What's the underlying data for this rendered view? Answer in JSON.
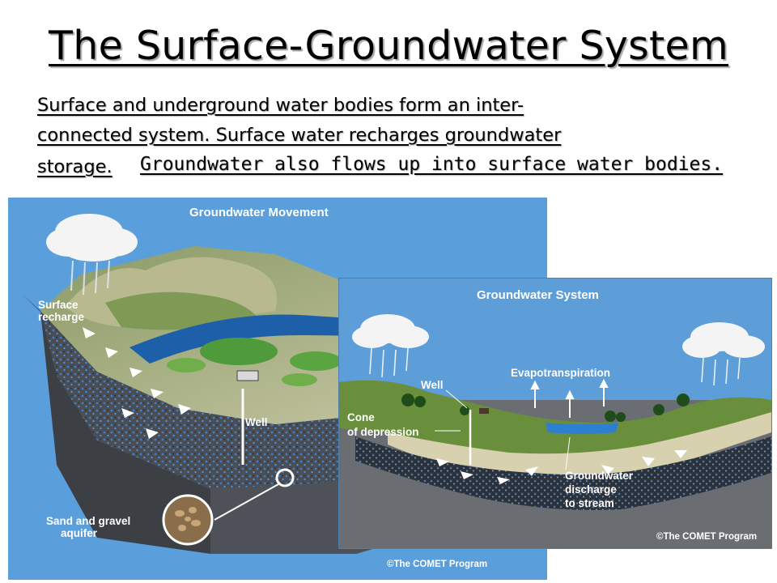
{
  "slide": {
    "title": "The Surface-Groundwater System",
    "subtitle_line1": "Surface and underground water bodies form an inter-",
    "subtitle_line2": "connected system. Surface water recharges groundwater",
    "subtitle_line3": "storage.",
    "subtitle_line4": "Groundwater also flows up into surface water bodies."
  },
  "figure_movement": {
    "heading": "Groundwater Movement",
    "label_recharge_1": "Surface",
    "label_recharge_2": "recharge",
    "label_well": "Well",
    "label_aquifer_1": "Sand and gravel",
    "label_aquifer_2": "aquifer",
    "credit": "©The COMET Program"
  },
  "figure_system": {
    "heading": "Groundwater System",
    "label_well": "Well",
    "label_evapo": "Evapotranspiration",
    "label_cone_1": "Cone",
    "label_cone_2": "of depression",
    "label_discharge_1": "Groundwater",
    "label_discharge_2": "discharge",
    "label_discharge_3": "to stream",
    "credit": "©The COMET Program"
  },
  "colors": {
    "sky": "#5a9fdc",
    "grass": "#9aab6a",
    "river": "#1d5fa8",
    "soil": "#4b4f55",
    "aquifer_dots": "#3a7fd0"
  }
}
